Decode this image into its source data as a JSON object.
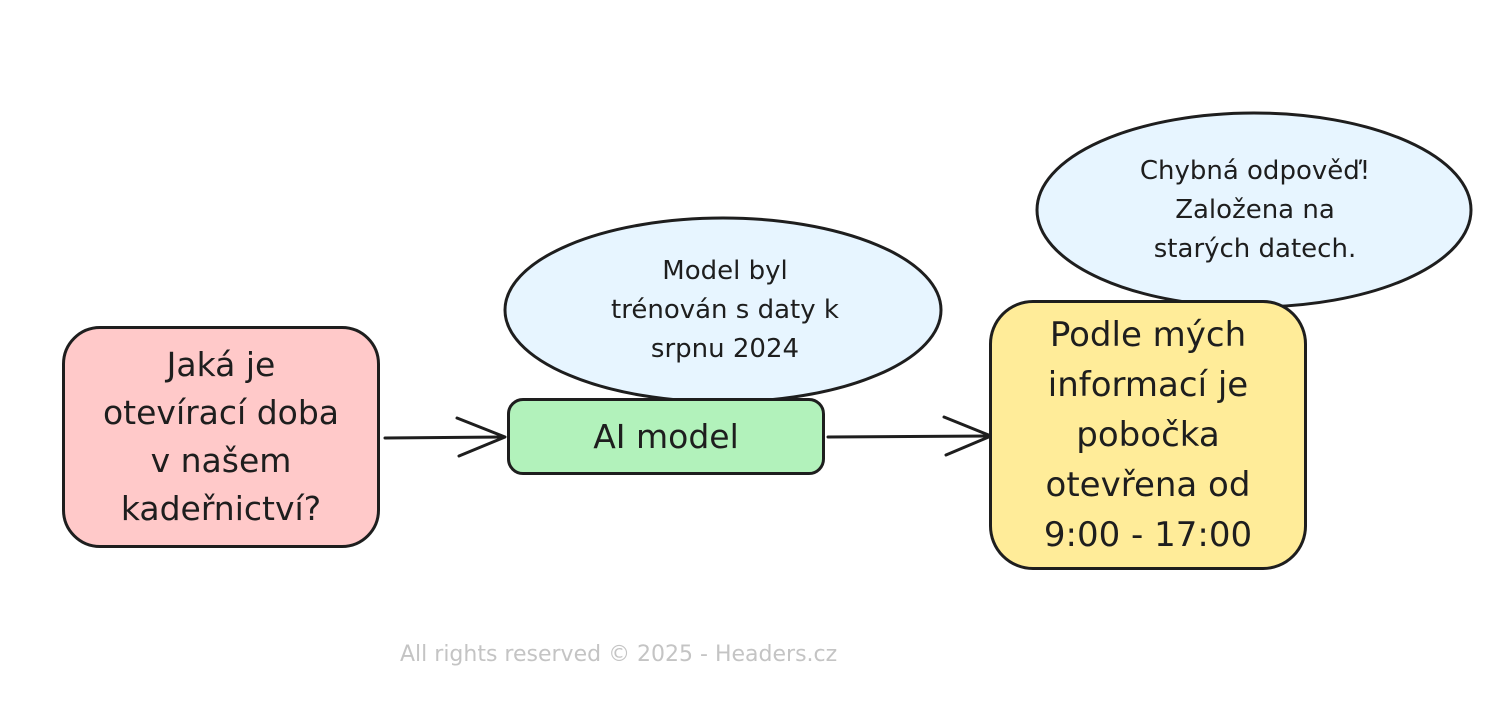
{
  "diagram": {
    "question": "Jaká je\notevírací doba\nv našem\nkadeřnictví?",
    "model": "AI model",
    "model_note": "Model byl\ntrénován s daty k\nsrpnu 2024",
    "answer": "Podle mých\ninformací je\npobočka\notevřena od\n9:00 - 17:00",
    "answer_note": "Chybná odpověď!\nZaložena na\nstarých datech."
  },
  "footer": "All rights reserved © 2025 - Headers.cz",
  "colors": {
    "question_fill": "#ffc9c9",
    "model_fill": "#b2f2bb",
    "answer_fill": "#ffec99",
    "note_fill": "#e7f5ff",
    "stroke": "#1e1e1e",
    "footer_text": "#c4c4c4"
  }
}
